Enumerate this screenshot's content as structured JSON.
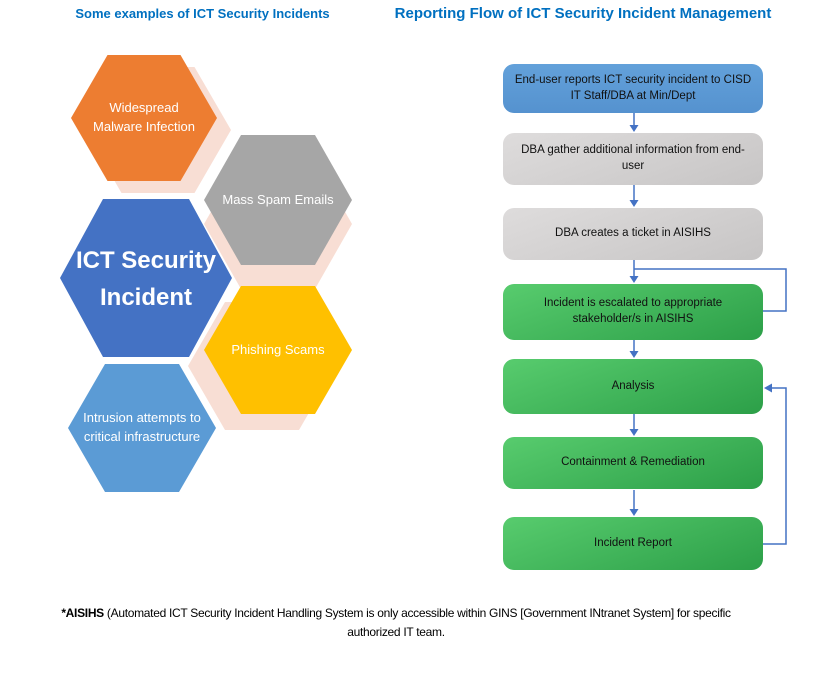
{
  "titles": {
    "left": "Some examples of ICT Security Incidents",
    "right": "Reporting Flow of ICT Security Incident Management"
  },
  "hexagon_diagram": {
    "center": {
      "label": "ICT Security Incident",
      "color": "#4472C4"
    },
    "items": [
      {
        "label": "Widespread Malware Infection",
        "color": "#ED7D31"
      },
      {
        "label": "Mass Spam Emails",
        "color": "#A6A6A6"
      },
      {
        "label": "Phishing Scams",
        "color": "#FFC000"
      },
      {
        "label": "Intrusion attempts to critical infrastructure",
        "color": "#5B9BD5"
      }
    ],
    "shadow_color": "#F8DED4"
  },
  "flowchart": {
    "steps": [
      {
        "label": "End-user reports ICT security incident to CISD IT Staff/DBA at Min/Dept",
        "type": "blue"
      },
      {
        "label": "DBA gather additional information from end-user",
        "type": "gray"
      },
      {
        "label": "DBA creates a ticket in AISIHS",
        "type": "gray"
      },
      {
        "label": "Incident is escalated to appropriate stakeholder/s in AISIHS",
        "type": "green"
      },
      {
        "label": "Analysis",
        "type": "green"
      },
      {
        "label": "Containment & Remediation",
        "type": "green"
      },
      {
        "label": "Incident Report",
        "type": "green"
      }
    ]
  },
  "footnote": {
    "bold": "*AISIHS",
    "rest": " (Automated ICT Security Incident Handling System is only accessible within GINS [Government INtranet System] for specific authorized IT team."
  },
  "colors": {
    "title": "#0070C0",
    "connector": "#4472C4",
    "box_blue": "#5B9BD5",
    "box_gray": "#D6D4D4",
    "box_green": "#3FB658"
  }
}
